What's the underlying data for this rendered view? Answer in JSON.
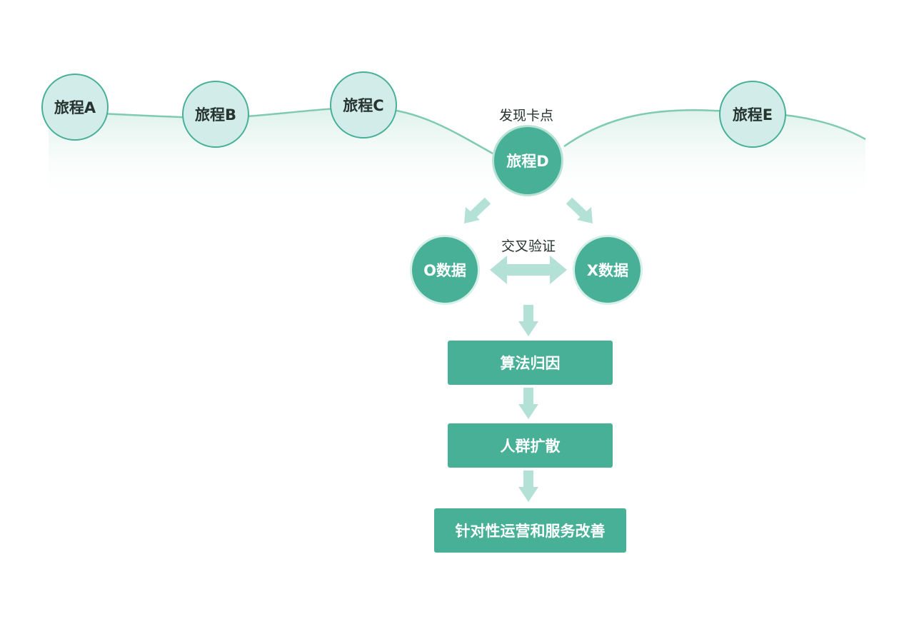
{
  "journey": {
    "nodes": [
      "旅程A",
      "旅程B",
      "旅程C",
      "旅程D",
      "旅程E"
    ],
    "stuck_label": "发现卡点"
  },
  "validation": {
    "label": "交叉验证",
    "o_data": "O数据",
    "x_data": "X数据"
  },
  "steps": [
    "算法归因",
    "人群扩散",
    "针对性运营和服务改善"
  ],
  "colors": {
    "primary": "#47b097",
    "light_fill": "#d2ecea",
    "arrow": "#b4e1d5",
    "curve": "#7fcab2",
    "text": "#26332f"
  }
}
